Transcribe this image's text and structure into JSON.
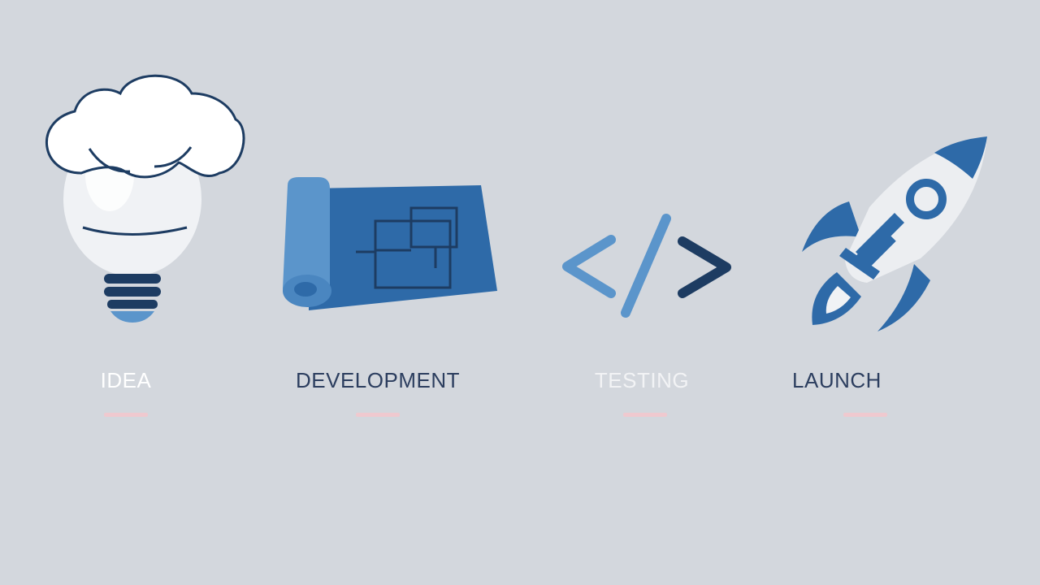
{
  "stages": [
    {
      "label": "IDEA",
      "icon": "lightbulb-icon",
      "label_color": "#ffffff"
    },
    {
      "label": "DEVELOPMENT",
      "icon": "blueprint-icon",
      "label_color": "#2c3e5f"
    },
    {
      "label": "TESTING",
      "icon": "code-brackets-icon",
      "label_color": "#f2f3f5"
    },
    {
      "label": "LAUNCH",
      "icon": "rocket-icon",
      "label_color": "#2c3e5f"
    }
  ],
  "colors": {
    "background": "#d3d7dd",
    "primary_blue": "#2e6aa8",
    "light_blue": "#5b95cb",
    "dark_navy": "#1d3c62",
    "underline": "#efc9cf"
  }
}
